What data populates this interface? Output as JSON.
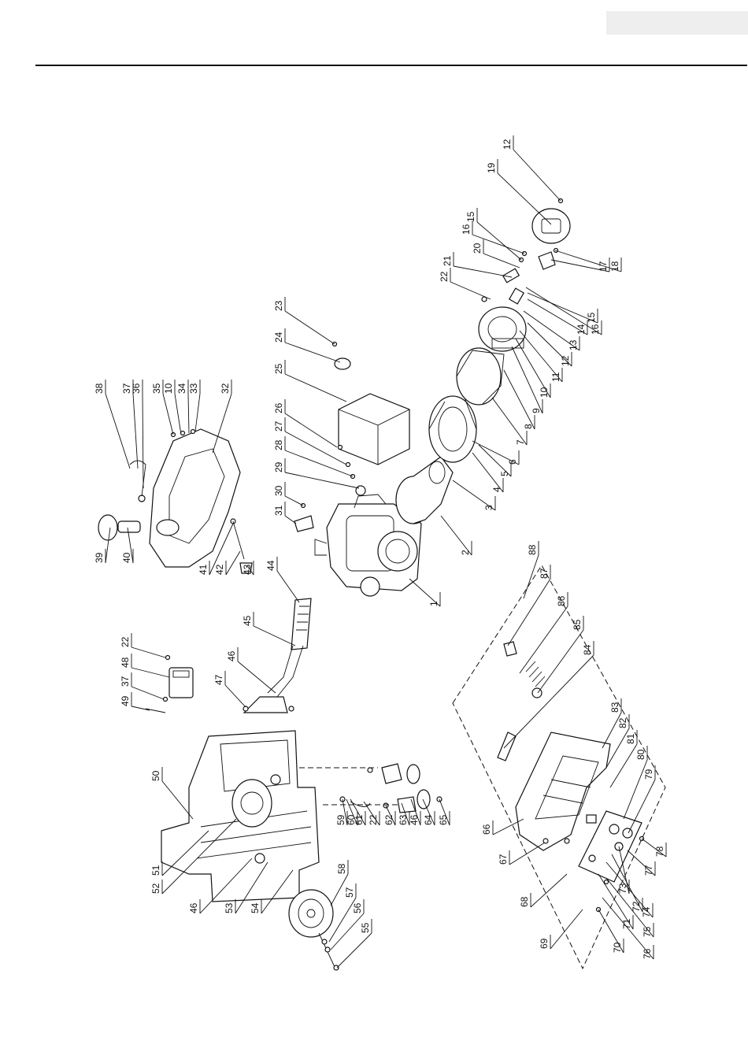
{
  "callouts": [
    {
      "n": "1"
    },
    {
      "n": "2"
    },
    {
      "n": "3"
    },
    {
      "n": "4"
    },
    {
      "n": "5"
    },
    {
      "n": "6"
    },
    {
      "n": "7"
    },
    {
      "n": "8"
    },
    {
      "n": "9"
    },
    {
      "n": "10"
    },
    {
      "n": "11"
    },
    {
      "n": "12"
    },
    {
      "n": "13"
    },
    {
      "n": "14"
    },
    {
      "n": "15"
    },
    {
      "n": "16"
    },
    {
      "n": "17"
    },
    {
      "n": "18"
    },
    {
      "n": "19"
    },
    {
      "n": "12"
    },
    {
      "n": "15"
    },
    {
      "n": "16"
    },
    {
      "n": "20"
    },
    {
      "n": "21"
    },
    {
      "n": "22"
    },
    {
      "n": "23"
    },
    {
      "n": "24"
    },
    {
      "n": "25"
    },
    {
      "n": "26"
    },
    {
      "n": "27"
    },
    {
      "n": "28"
    },
    {
      "n": "29"
    },
    {
      "n": "30"
    },
    {
      "n": "31"
    },
    {
      "n": "32"
    },
    {
      "n": "33"
    },
    {
      "n": "34"
    },
    {
      "n": "10"
    },
    {
      "n": "35"
    },
    {
      "n": "36"
    },
    {
      "n": "37"
    },
    {
      "n": "38"
    },
    {
      "n": "39"
    },
    {
      "n": "40"
    },
    {
      "n": "41"
    },
    {
      "n": "42"
    },
    {
      "n": "43"
    },
    {
      "n": "44"
    },
    {
      "n": "45"
    },
    {
      "n": "46"
    },
    {
      "n": "47"
    },
    {
      "n": "22"
    },
    {
      "n": "48"
    },
    {
      "n": "37"
    },
    {
      "n": "49"
    },
    {
      "n": "50"
    },
    {
      "n": "51"
    },
    {
      "n": "52"
    },
    {
      "n": "46"
    },
    {
      "n": "53"
    },
    {
      "n": "54"
    },
    {
      "n": "58"
    },
    {
      "n": "57"
    },
    {
      "n": "56"
    },
    {
      "n": "55"
    },
    {
      "n": "59"
    },
    {
      "n": "60"
    },
    {
      "n": "61"
    },
    {
      "n": "22"
    },
    {
      "n": "62"
    },
    {
      "n": "63"
    },
    {
      "n": "46"
    },
    {
      "n": "64"
    },
    {
      "n": "65"
    },
    {
      "n": "88"
    },
    {
      "n": "87"
    },
    {
      "n": "86"
    },
    {
      "n": "85"
    },
    {
      "n": "84"
    },
    {
      "n": "83"
    },
    {
      "n": "82"
    },
    {
      "n": "81"
    },
    {
      "n": "80"
    },
    {
      "n": "79"
    },
    {
      "n": "78"
    },
    {
      "n": "77"
    },
    {
      "n": "73"
    },
    {
      "n": "72"
    },
    {
      "n": "74"
    },
    {
      "n": "71"
    },
    {
      "n": "75"
    },
    {
      "n": "70"
    },
    {
      "n": "76"
    },
    {
      "n": "69"
    },
    {
      "n": "68"
    },
    {
      "n": "67"
    },
    {
      "n": "66"
    }
  ]
}
